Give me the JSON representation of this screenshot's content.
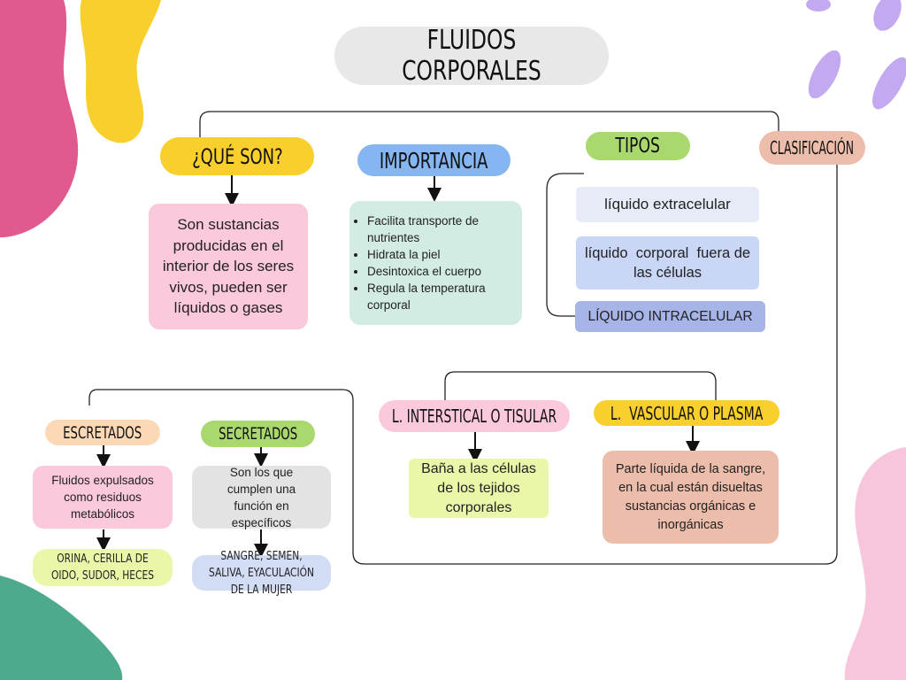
{
  "title": "FLUIDOS CORPORALES",
  "que_son": {
    "heading": "¿QUÉ SON?",
    "text": "Son sustancias producidas en el interior de los seres vivos, pueden ser líquidos o gases"
  },
  "importancia": {
    "heading": "IMPORTANCIA",
    "items": [
      "Facilita transporte de nutrientes",
      "Hidrata la piel",
      "Desintoxica el cuerpo",
      "Regula la temperatura corporal"
    ]
  },
  "tipos": {
    "heading": "TIPOS",
    "items": [
      "líquido extracelular",
      "líquido  corporal  fuera de las células",
      "LÍQUIDO INTRACELULAR"
    ]
  },
  "clasificacion": {
    "heading": "CLASIFICACIÓN"
  },
  "escretados": {
    "heading": "ESCRETADOS",
    "text": "Fluidos expulsados como residuos metabólicos",
    "examples": "ORINA, CERILLA DE OIDO, SUDOR, HECES"
  },
  "secretados": {
    "heading": "SECRETADOS",
    "text": "Son los que cumplen una función en específicos",
    "examples": "SANGRE, SEMEN, SALIVA, EYACULACIÓN DE LA MUJER"
  },
  "intersticial": {
    "heading": "L. INTERSTICAL O TISULAR",
    "text": "Baña a las células de los tejidos corporales"
  },
  "vascular": {
    "heading": "L.  VASCULAR O PLASMA",
    "text": "Parte líquida de la sangre, en la cual están disueltas sustancias orgánicas e inorgánicas"
  },
  "colors": {
    "pink_blob": "#e05a8f",
    "yellow_blob": "#f8cf2c",
    "purple_blob": "#c3aaf0",
    "teal_blob": "#4daa8c",
    "light_pink_blob": "#f8c6dc"
  }
}
